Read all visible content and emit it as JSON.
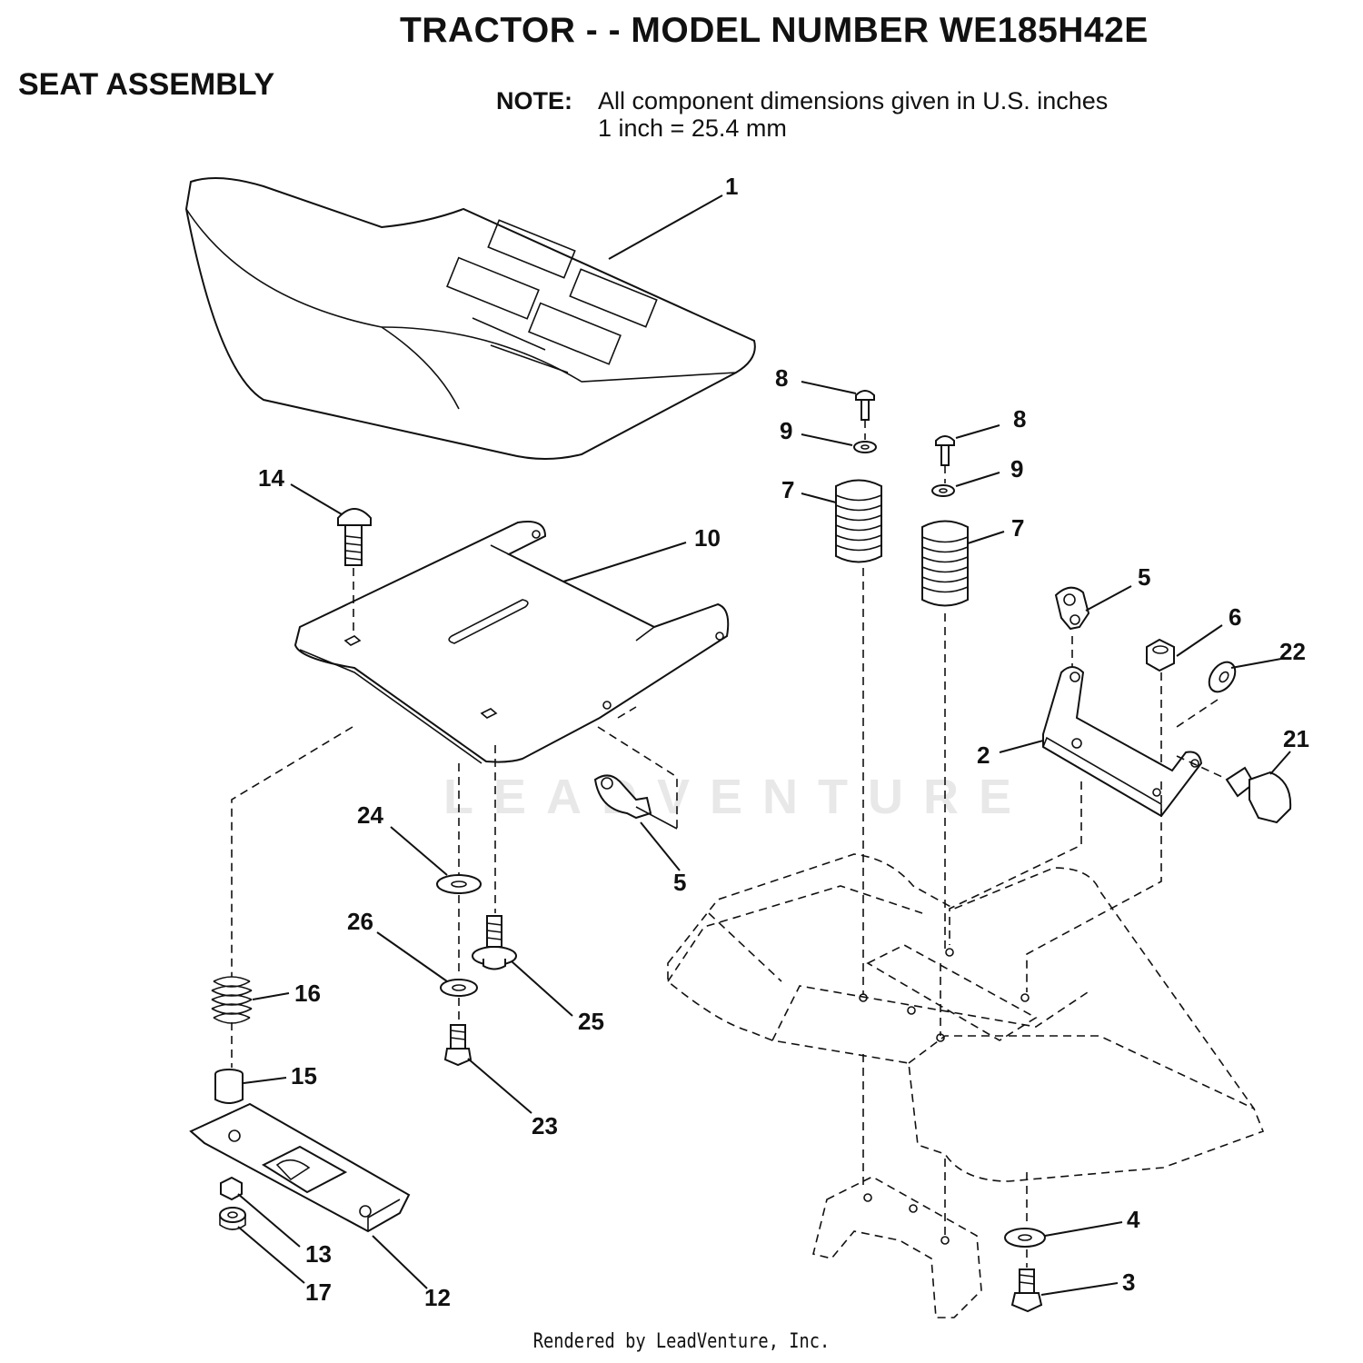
{
  "header": {
    "title": "TRACTOR - - MODEL NUMBER WE185H42E",
    "subtitle": "SEAT ASSEMBLY",
    "note_label": "NOTE:",
    "note_line1": "All component dimensions given in U.S. inches",
    "note_line2": "1 inch = 25.4 mm"
  },
  "watermark": "LEADVENTURE",
  "footer": "Rendered by LeadVenture, Inc.",
  "callouts": {
    "c1": "1",
    "c14": "14",
    "c10": "10",
    "c8a": "8",
    "c9a": "9",
    "c7a": "7",
    "c8b": "8",
    "c9b": "9",
    "c7b": "7",
    "c5a": "5",
    "c6": "6",
    "c22": "22",
    "c2": "2",
    "c21": "21",
    "c24": "24",
    "c5b": "5",
    "c26": "26",
    "c25": "25",
    "c16": "16",
    "c15": "15",
    "c23": "23",
    "c13": "13",
    "c17": "17",
    "c12": "12",
    "c4": "4",
    "c3": "3"
  }
}
